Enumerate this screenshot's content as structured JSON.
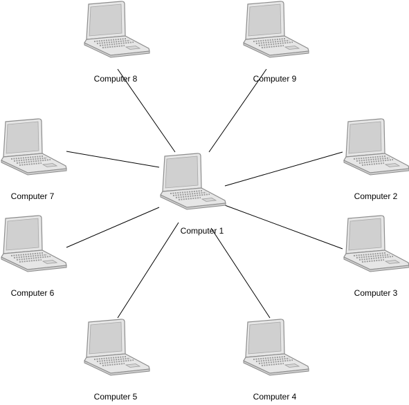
{
  "topology": {
    "hub": {
      "id": "computer-1",
      "label": "Computer 1",
      "icon": "laptop-icon"
    },
    "nodes": [
      {
        "id": "computer-2",
        "label": "Computer 2",
        "icon": "laptop-icon"
      },
      {
        "id": "computer-3",
        "label": "Computer 3",
        "icon": "laptop-icon"
      },
      {
        "id": "computer-4",
        "label": "Computer 4",
        "icon": "laptop-icon"
      },
      {
        "id": "computer-5",
        "label": "Computer 5",
        "icon": "laptop-icon"
      },
      {
        "id": "computer-6",
        "label": "Computer 6",
        "icon": "laptop-icon"
      },
      {
        "id": "computer-7",
        "label": "Computer 7",
        "icon": "laptop-icon"
      },
      {
        "id": "computer-8",
        "label": "Computer 8",
        "icon": "laptop-icon"
      },
      {
        "id": "computer-9",
        "label": "Computer 9",
        "icon": "laptop-icon"
      }
    ],
    "connections": [
      {
        "from": "computer-1",
        "to": "computer-2"
      },
      {
        "from": "computer-1",
        "to": "computer-3"
      },
      {
        "from": "computer-1",
        "to": "computer-4"
      },
      {
        "from": "computer-1",
        "to": "computer-5"
      },
      {
        "from": "computer-1",
        "to": "computer-6"
      },
      {
        "from": "computer-1",
        "to": "computer-7"
      },
      {
        "from": "computer-1",
        "to": "computer-8"
      },
      {
        "from": "computer-1",
        "to": "computer-9"
      }
    ]
  },
  "colors": {
    "line": "#000000",
    "laptop_body": "#e6e6e6",
    "laptop_outline": "#8c8c8c",
    "laptop_screen": "#d0d0d0"
  }
}
